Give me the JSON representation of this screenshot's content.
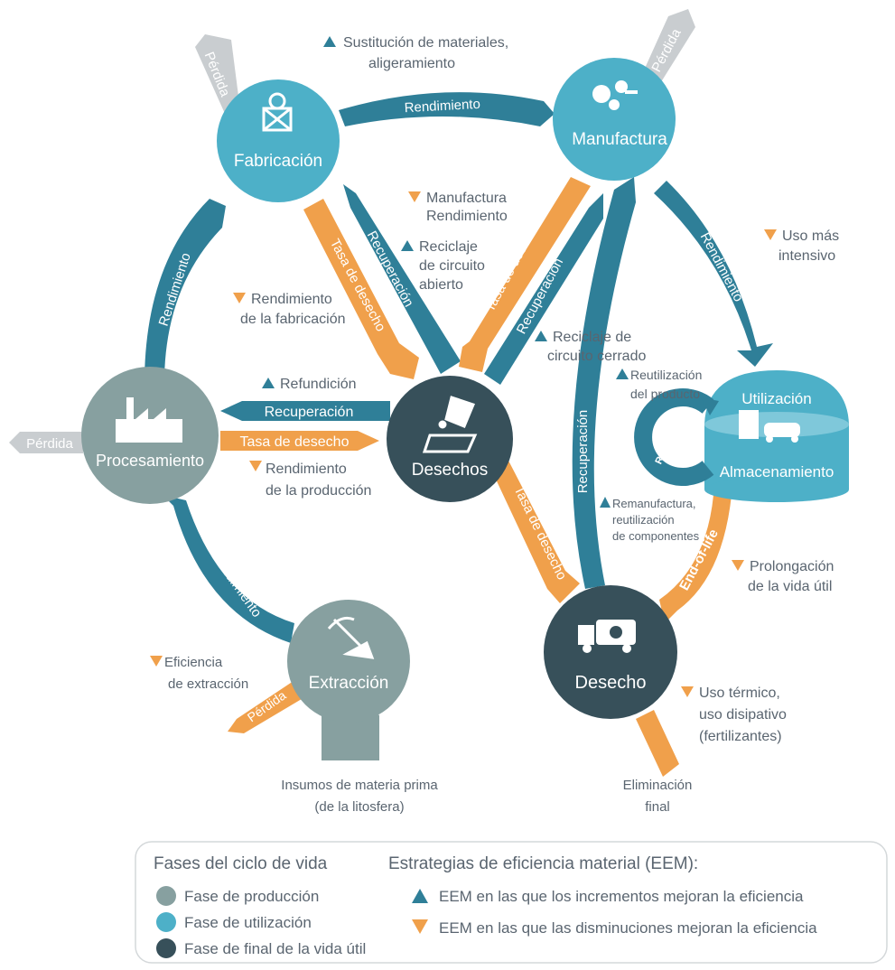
{
  "colors": {
    "production": "#87a0a0",
    "use": "#4db0c8",
    "eol": "#37505a",
    "flow_teal": "#2f7f98",
    "flow_orange": "#f0a04b",
    "loss_gray": "#c9cdd0",
    "text": "#5a6570",
    "marker_up": "#2f7f98",
    "marker_down": "#f0a04b"
  },
  "nodes": {
    "fabricacion": "Fabricación",
    "manufactura": "Manufactura",
    "procesamiento": "Procesamiento",
    "desechos": "Desechos",
    "extraccion": "Extracción",
    "desecho": "Desecho",
    "utilizacion": "Utilización",
    "almacenamiento": "Almacenamiento",
    "reutilizacion_ring": "Reutilización"
  },
  "icons": {
    "fabricacion": "saw-machine-icon",
    "manufactura": "gears-icon",
    "procesamiento": "factory-icon",
    "desechos": "pouring-crucible-icon",
    "extraccion": "pickaxe-icon",
    "desecho": "garbage-truck-icon",
    "utilizacion": "building-car-icon"
  },
  "flows": {
    "rendimiento_fab_manu": "Rendimiento",
    "rendimiento_proc_fab": "Rendimiento",
    "rendimiento_ext_proc": "Rendimiento",
    "rendimiento_manu_util": "Rendimiento",
    "recuperacion_proc": "Recuperación",
    "tasa_proc": "Tasa de desecho",
    "tasa_fab": "Tasa de desecho",
    "recuperacion_fab": "Recuperación",
    "tasa_manu": "Tasa de desecho",
    "recuperacion_manu": "Recuperación",
    "recuperacion_desecho": "Recuperación",
    "tasa_desecho": "Tasa de desecho",
    "end_of_life": "End-of-life",
    "perdida_fab": "Pérdida",
    "perdida_manu": "Pérdida",
    "perdida_proc": "Pérdida",
    "perdida_ext": "Pérdida"
  },
  "annotations": {
    "sustitucion_1": "Sustitución de materiales,",
    "sustitucion_2": "aligeramiento",
    "manufactura_rend_1": "Manufactura",
    "manufactura_rend_2": "Rendimiento",
    "reciclaje_abierto_1": "Reciclaje",
    "reciclaje_abierto_2": "de circuito",
    "reciclaje_abierto_3": "abierto",
    "rend_fabricacion_1": "Rendimiento",
    "rend_fabricacion_2": "de la fabricación",
    "reciclaje_cerrado_1": "Reciclaje de",
    "reciclaje_cerrado_2": "circuito cerrado",
    "uso_intensivo_1": "Uso más",
    "uso_intensivo_2": "intensivo",
    "reutilizacion_prod_1": "Reutilización",
    "reutilizacion_prod_2": "del producto",
    "refundicion": "Refundición",
    "rend_produccion_1": "Rendimiento",
    "rend_produccion_2": "de la producción",
    "remanufactura_1": "Remanufactura,",
    "remanufactura_2": "reutilización",
    "remanufactura_3": "de componentes",
    "prolongacion_1": "Prolongación",
    "prolongacion_2": "de la vida útil",
    "eficiencia_1": "Eficiencia",
    "eficiencia_2": "de extracción",
    "uso_termico_1": "Uso térmico,",
    "uso_termico_2": "uso disipativo",
    "uso_termico_3": "(fertilizantes)",
    "insumos_1": "Insumos de materia prima",
    "insumos_2": "(de la litosfera)",
    "eliminacion_1": "Eliminación",
    "eliminacion_2": "final"
  },
  "legend": {
    "phases_title": "Fases del ciclo de vida",
    "phase_production": "Fase de producción",
    "phase_use": "Fase de utilización",
    "phase_eol": "Fase de final de la vida útil",
    "strategies_title": "Estrategias de eficiencia material (EEM):",
    "strategy_up": "EEM en las que los incrementos mejoran la eficiencia",
    "strategy_down": "EEM en las que las disminuciones mejoran la eficiencia"
  }
}
